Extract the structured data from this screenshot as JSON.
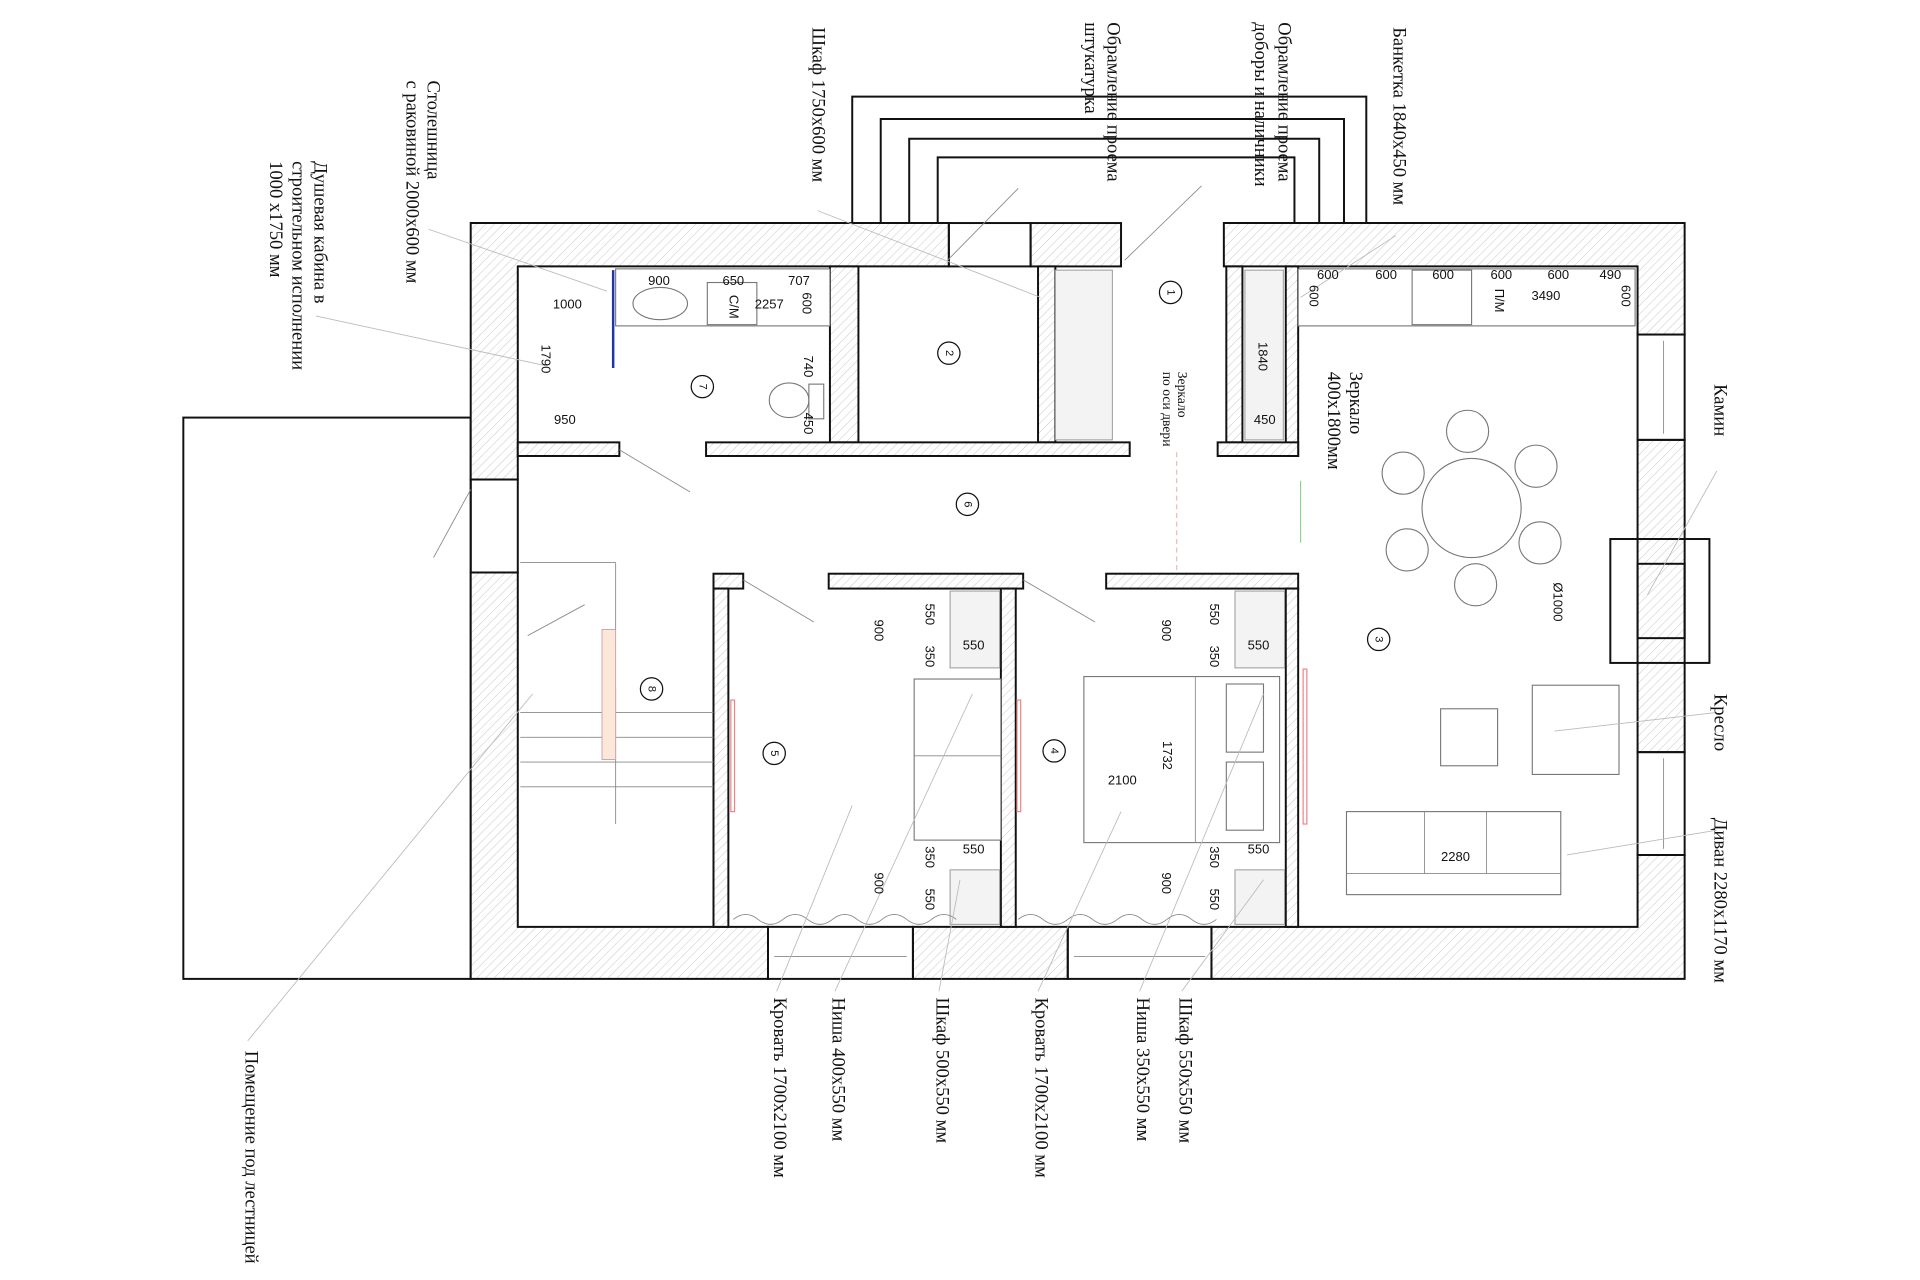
{
  "plan": {
    "title": "Floor plan with furniture layout",
    "rooms": [
      "1",
      "2",
      "3",
      "4",
      "5",
      "6",
      "7",
      "8"
    ],
    "dims": [
      "900",
      "650",
      "707",
      "1000",
      "С/М",
      "2257",
      "600",
      "1790",
      "740",
      "950",
      "450",
      "600",
      "600",
      "600",
      "600",
      "600",
      "490",
      "600",
      "П/М",
      "3490",
      "600",
      "1840",
      "450",
      "Ø1000",
      "2280",
      "900",
      "550",
      "350",
      "550",
      "350",
      "550",
      "900",
      "550",
      "900",
      "550",
      "350",
      "550",
      "2100",
      "1732",
      "350",
      "550",
      "900",
      "550"
    ],
    "callouts": {
      "wardrobe_hall": [
        "Шкаф  1750х600 мм"
      ],
      "opening_plaster": [
        "Обрамление проема",
        "штукатурка"
      ],
      "opening_trim": [
        "Обрамление проема",
        "доборы и наличники"
      ],
      "bench": [
        "Банкетка  1840х450 мм"
      ],
      "countertop": [
        "Столешница",
        "с раковиной 2000х600 мм"
      ],
      "shower": [
        "Душевая кабина в",
        "строительном исполнении",
        "1000 х1750 мм"
      ],
      "mirror_door": [
        "Зеркало",
        "по оси двери"
      ],
      "mirror_big": [
        "Зеркало",
        "400х1800мм"
      ],
      "fireplace": [
        "Камин"
      ],
      "armchair": [
        "Кресло"
      ],
      "sofa": [
        "Диван 2280х1170 мм"
      ],
      "bed_5": [
        "Кровать  1700х2100 мм"
      ],
      "niche_5": [
        "Ниша  400х550 мм"
      ],
      "wardrobe_5": [
        "Шкаф  500х550 мм"
      ],
      "bed_4": [
        "Кровать  1700х2100 мм"
      ],
      "niche_4": [
        "Ниша  350х550 мм"
      ],
      "wardrobe_4": [
        "Шкаф  550х550 мм"
      ],
      "under_stairs": [
        "Помещение под лестницей"
      ]
    }
  }
}
